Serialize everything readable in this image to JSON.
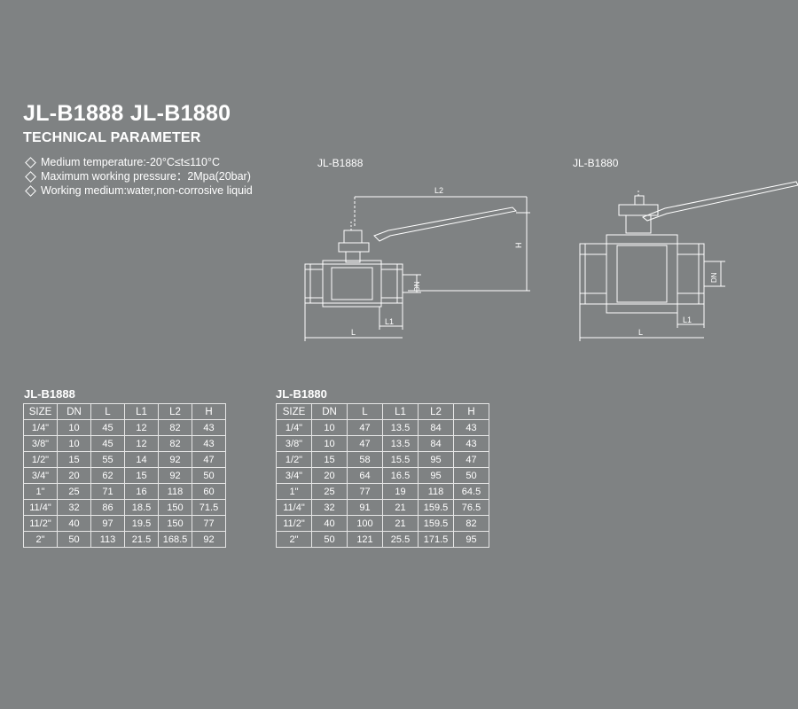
{
  "header": {
    "title": "JL-B1888 JL-B1880",
    "subtitle": "TECHNICAL PARAMETER"
  },
  "parameters": [
    "Medium temperature:-20°C≤t≤110°C",
    "Maximum working pressure：2Mpa(20bar)",
    "Working medium:water,non-corrosive liquid"
  ],
  "drawings": {
    "left": {
      "model": "JL-B1888",
      "dims": {
        "l2": "L2",
        "h": "H",
        "dn": "DN",
        "l1": "L1",
        "l": "L"
      }
    },
    "right": {
      "model": "JL-B1880",
      "dims": {
        "dn": "DN",
        "l1": "L1",
        "l": "L"
      }
    }
  },
  "tables": [
    {
      "title": "JL-B1888",
      "headers": [
        "SIZE",
        "DN",
        "L",
        "L1",
        "L2",
        "H"
      ],
      "rows": [
        [
          "1/4\"",
          "10",
          "45",
          "12",
          "82",
          "43"
        ],
        [
          "3/8\"",
          "10",
          "45",
          "12",
          "82",
          "43"
        ],
        [
          "1/2\"",
          "15",
          "55",
          "14",
          "92",
          "47"
        ],
        [
          "3/4\"",
          "20",
          "62",
          "15",
          "92",
          "50"
        ],
        [
          "1\"",
          "25",
          "71",
          "16",
          "118",
          "60"
        ],
        [
          "11/4\"",
          "32",
          "86",
          "18.5",
          "150",
          "71.5"
        ],
        [
          "11/2\"",
          "40",
          "97",
          "19.5",
          "150",
          "77"
        ],
        [
          "2\"",
          "50",
          "113",
          "21.5",
          "168.5",
          "92"
        ]
      ]
    },
    {
      "title": "JL-B1880",
      "headers": [
        "SIZE",
        "DN",
        "L",
        "L1",
        "L2",
        "H"
      ],
      "rows": [
        [
          "1/4\"",
          "10",
          "47",
          "13.5",
          "84",
          "43"
        ],
        [
          "3/8\"",
          "10",
          "47",
          "13.5",
          "84",
          "43"
        ],
        [
          "1/2\"",
          "15",
          "58",
          "15.5",
          "95",
          "47"
        ],
        [
          "3/4\"",
          "20",
          "64",
          "16.5",
          "95",
          "50"
        ],
        [
          "1\"",
          "25",
          "77",
          "19",
          "118",
          "64.5"
        ],
        [
          "11/4\"",
          "32",
          "91",
          "21",
          "159.5",
          "76.5"
        ],
        [
          "11/2\"",
          "40",
          "100",
          "21",
          "159.5",
          "82"
        ],
        [
          "2\"",
          "50",
          "121",
          "25.5",
          "171.5",
          "95"
        ]
      ]
    }
  ]
}
